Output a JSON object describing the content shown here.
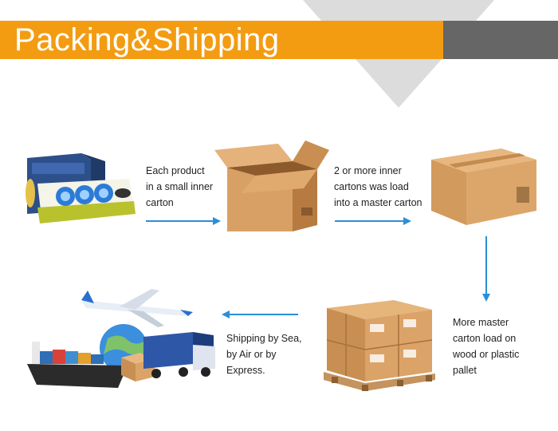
{
  "banner": {
    "title": "Packing&Shipping",
    "primary_color": "#f39c12",
    "secondary_color": "#666666"
  },
  "steps": [
    {
      "lines": [
        "Each product",
        "in a small inner",
        "carton"
      ]
    },
    {
      "lines": [
        "2 or more inner",
        "cartons was load",
        "into a master carton"
      ]
    },
    {
      "lines": [
        "More master",
        "carton load on",
        "wood or plastic",
        "pallet"
      ]
    },
    {
      "lines": [
        "Shipping by Sea,",
        "by Air or by",
        "Express."
      ]
    }
  ],
  "colors": {
    "arrow": "#2a8fd6",
    "carton": "#d9a066",
    "carton_dark": "#b77a40"
  }
}
